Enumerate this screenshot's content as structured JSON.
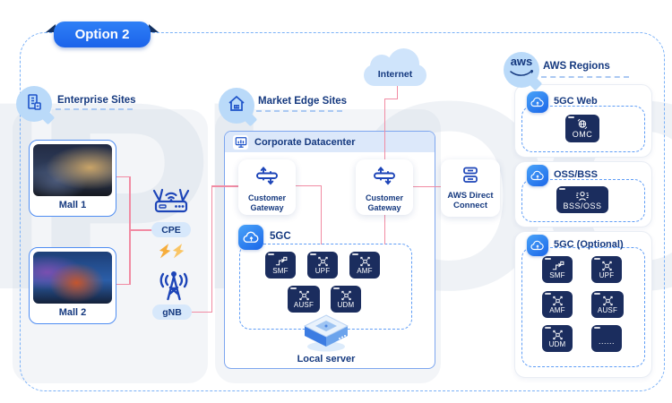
{
  "banner": {
    "label": "Option 2"
  },
  "watermark": {
    "text": "IPLOOK"
  },
  "enterprise": {
    "title": "Enterprise Sites",
    "mall1_label": "Mall 1",
    "mall2_label": "Mall 2",
    "cpe_label": "CPE",
    "gnb_label": "gNB"
  },
  "market_edge": {
    "title": "Market Edge Sites",
    "datacenter_title": "Corporate Datacenter",
    "gateway_label": "Customer Gateway",
    "five_gc_label": "5GC",
    "nf_chips": {
      "smf": "SMF",
      "upf": "UPF",
      "amf": "AMF",
      "ausf": "AUSF",
      "udm": "UDM"
    },
    "local_server_label": "Local server"
  },
  "internet_label": "Internet",
  "direct_connect_label": "AWS Direct Connect",
  "aws_regions": {
    "logo_text": "aws",
    "title": "AWS Regions",
    "group_web": {
      "label": "5GC Web",
      "chip": "OMC"
    },
    "group_oss": {
      "label": "OSS/BSS",
      "chip": "BSS/OSS"
    },
    "group_optional": {
      "label": "5GC (Optional)",
      "chips": {
        "smf": "SMF",
        "upf": "UPF",
        "amf": "AMF",
        "ausf": "AUSF",
        "udm": "UDM",
        "more": "......"
      }
    }
  },
  "colors": {
    "accent_blue": "#1c6ef2",
    "navy_text": "#15397f",
    "chip_bg": "#1b2d5e",
    "connector_pink": "#f18ba3",
    "dashed_blue": "#5f9df6",
    "panel_gray": "#f3f5f8",
    "bubble_blue": "#badaf9",
    "pill_blue": "#d7e8fb"
  }
}
